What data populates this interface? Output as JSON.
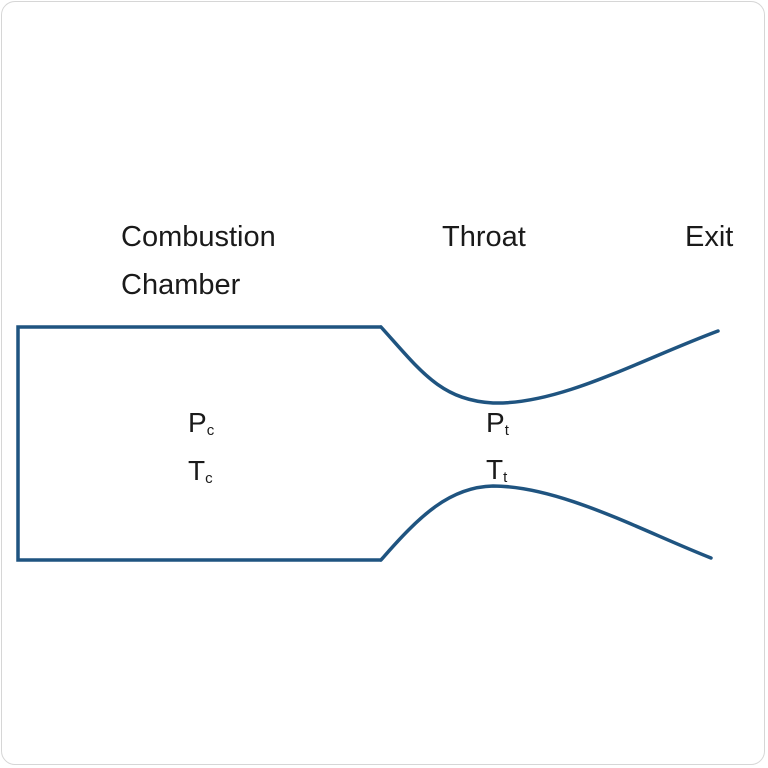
{
  "labels": {
    "combustion_line1": "Combustion",
    "combustion_line2": "Chamber",
    "throat": "Throat",
    "exit": "Exit"
  },
  "symbols": {
    "chamber_pressure": {
      "base": "P",
      "sub": "c"
    },
    "chamber_temperature": {
      "base": "T",
      "sub": "c"
    },
    "throat_pressure": {
      "base": "P",
      "sub": "t"
    },
    "throat_temperature": {
      "base": "T",
      "sub": "t"
    }
  },
  "colors": {
    "outline": "#1f5480",
    "text": "#1a1a1a"
  }
}
